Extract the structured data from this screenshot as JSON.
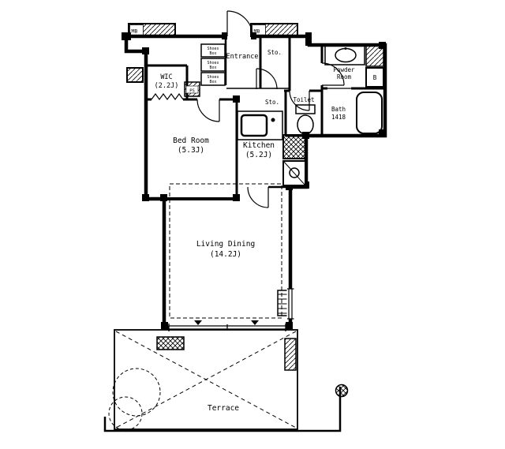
{
  "page": {
    "background": "#ffffff",
    "line_color": "#000000"
  },
  "rooms": {
    "entrance": {
      "label": "Entrance"
    },
    "wic": {
      "label": "WIC",
      "size": "(2.2J)"
    },
    "bedroom": {
      "label": "Bed Room",
      "size": "(5.3J)"
    },
    "kitchen": {
      "label": "Kitchen",
      "size": "(5.2J)"
    },
    "living_dining": {
      "label": "Living Dining",
      "size": "(14.2J)"
    },
    "bath": {
      "label": "Bath",
      "size": "1418"
    },
    "toilet": {
      "label": "Toilet"
    },
    "powder_room": {
      "label_line1": "Powder",
      "label_line2": "Room"
    },
    "storage_hall": {
      "label": "Sto."
    },
    "storage_corridor": {
      "label": "Sto."
    },
    "terrace": {
      "label": "Terrace"
    }
  },
  "annotations": {
    "meter_box": "MB",
    "pipe_space": "PS",
    "washer_letter": "B",
    "shoes_box_line1": "Shoes",
    "shoes_box_line2": "Box"
  }
}
